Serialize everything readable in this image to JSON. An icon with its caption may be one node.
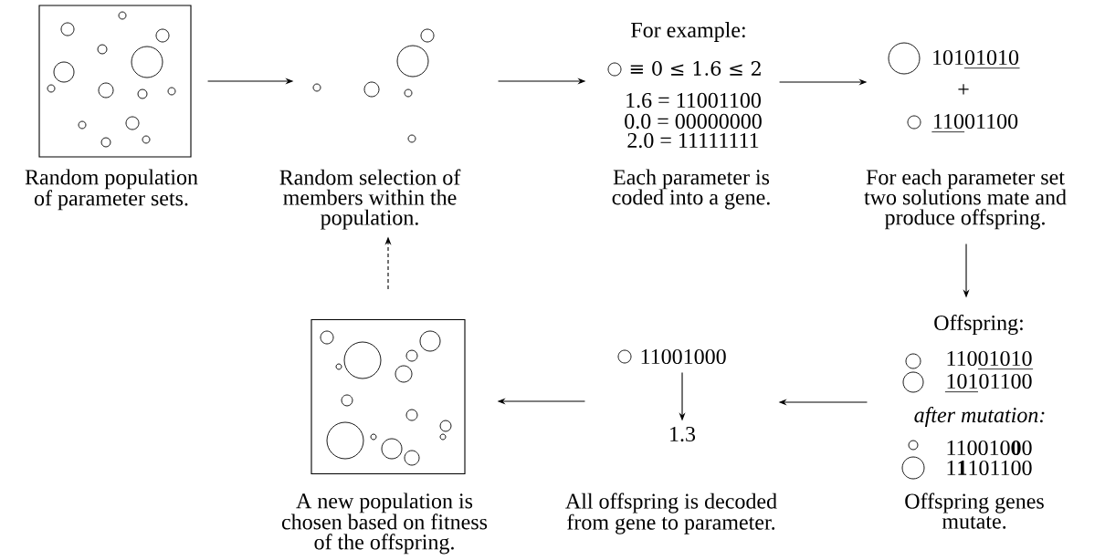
{
  "diagram": {
    "nodes": [
      {
        "text": [],
        "shape": "picture",
        "beside": [
          "Random population of parameter sets."
        ]
      },
      {
        "text": [],
        "shape": "picture",
        "beside": [
          "Random selection of members within the population."
        ]
      },
      {
        "text": [
          "For example:",
          "≡ 0 ≤ 1.6 ≤ 2",
          "1.6 = 11001100",
          "0.0 = 00000000",
          "2.0 = 11111111"
        ]
      },
      {
        "text": [
          "10101010",
          "+",
          "11001100"
        ],
        "beside": [
          "For each parameter set two solutions mate and produce offspring."
        ]
      },
      {
        "text": [
          "Offspring:",
          "11001010",
          "10101100",
          "after mutation:",
          "110010**0**0",
          "1**1**101100"
        ],
        "beside": [
          "Offspring genes mutate."
        ]
      },
      {
        "text": [
          "11001000"
        ]
      },
      {
        "text": [
          "1.3"
        ],
        "beside": [
          "All offspring is decoded from gene to parameter."
        ]
      },
      {
        "text": [],
        "shape": "picture",
        "beside": [
          "A new population is chosen based on fitness of the offspring."
        ]
      }
    ],
    "edges": [
      {
        "from": 0,
        "to": 1,
        "arrow": "to"
      },
      {
        "from": 1,
        "to": 2,
        "arrow": "to"
      },
      {
        "from": 2,
        "to": 3,
        "arrow": "to"
      },
      {
        "from": 3,
        "to": 4,
        "arrow": "to"
      },
      {
        "from": 4,
        "to": 6,
        "arrow": "to"
      },
      {
        "from": 5,
        "to": 6,
        "arrow": "to"
      },
      {
        "from": 6,
        "to": 7,
        "arrow": "to"
      },
      {
        "from": 7,
        "to": 1,
        "arrow": "to",
        "style": "dashed"
      }
    ],
    "labels": [
      "Each parameter is coded into a gene."
    ]
  }
}
